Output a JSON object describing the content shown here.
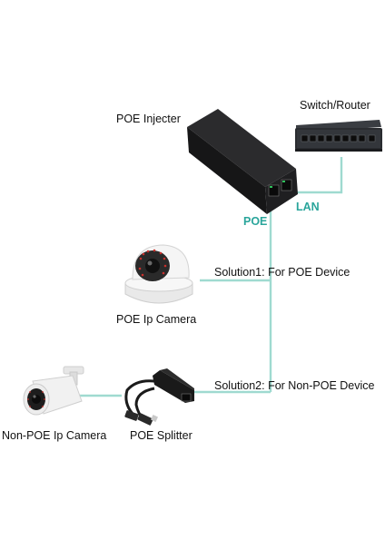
{
  "labels": {
    "poe_injecter": "POE Injecter",
    "switch_router": "Switch/Router",
    "lan": "LAN",
    "poe": "POE",
    "solution1": "Solution1: For POE Device",
    "poe_ip_camera": "POE Ip Camera",
    "solution2": "Solution2: For Non-POE Device",
    "non_poe_ip_camera": "Non-POE Ip Camera",
    "poe_splitter": "POE Splitter"
  },
  "colors": {
    "cable": "#9fdad0",
    "device_body": "#1c1c1e",
    "camera_white": "#f2f2f2",
    "label_accent": "#2aa59b"
  }
}
